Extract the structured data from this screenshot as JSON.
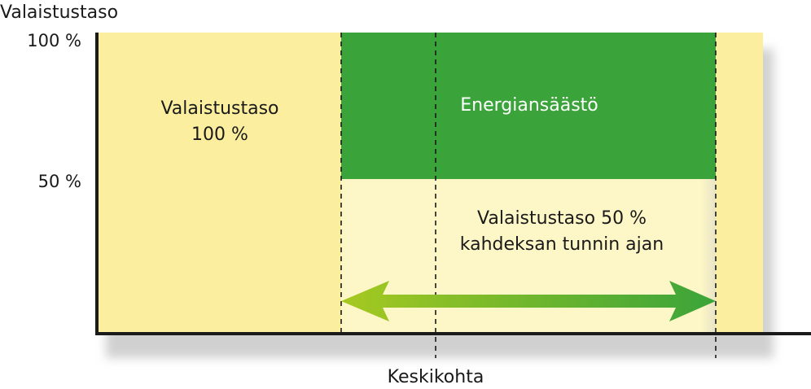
{
  "y_axis_title": "Valaistustaso",
  "y_ticks": {
    "full": "100 %",
    "half": "50 %"
  },
  "regions": {
    "full_level": {
      "line1": "Valaistustaso",
      "line2": "100 %"
    },
    "saving": {
      "label": "Energiansäästö"
    },
    "reduced_level": {
      "line1": "Valaistustaso 50 %",
      "line2": "kahdeksan tunnin ajan"
    }
  },
  "midpoint_label": "Keskikohta",
  "colors": {
    "full_level": "#fbef9f",
    "saving": "#3aa43a",
    "reduced_level": "#fdf6c6",
    "arrow_start": "#a6c920",
    "arrow_end": "#3aa43a",
    "axis": "#1a1a1a"
  },
  "icons": {
    "arrow": "double-headed-arrow"
  }
}
